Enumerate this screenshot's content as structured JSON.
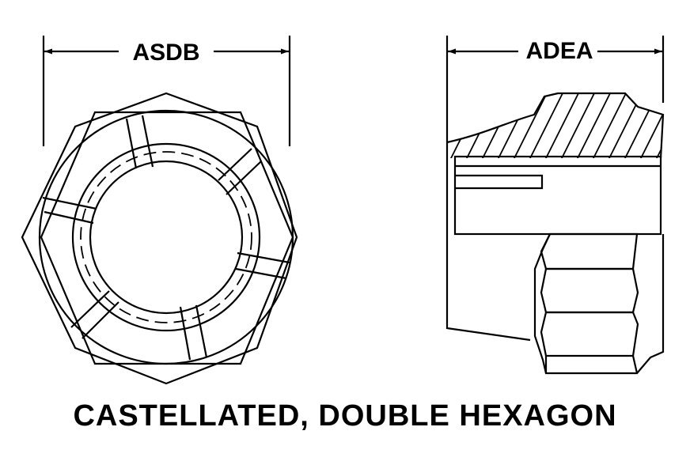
{
  "dimensions": {
    "front_width_label": "ASDB",
    "side_width_label": "ADEA"
  },
  "caption": "CASTELLATED, DOUBLE HEXAGON",
  "colors": {
    "line": "#000000",
    "background": "#ffffff"
  }
}
